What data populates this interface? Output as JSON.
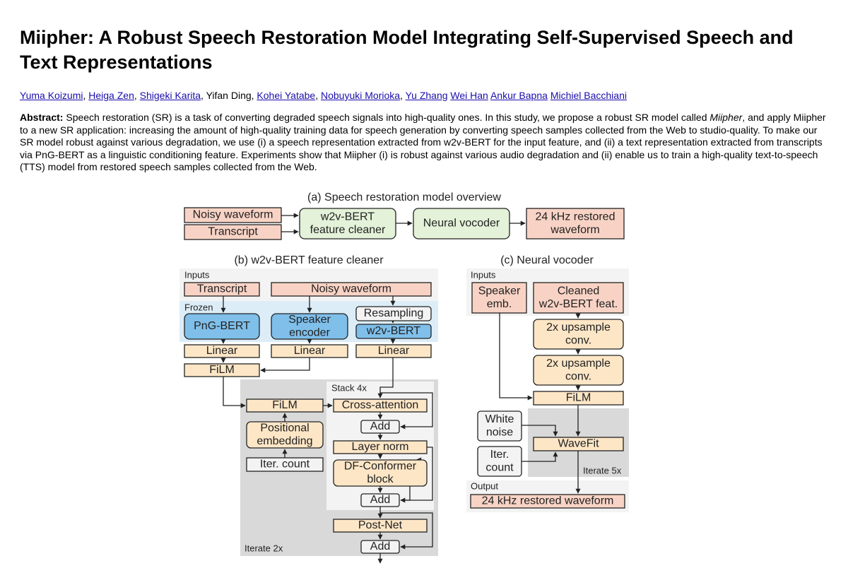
{
  "paper": {
    "title": "Miipher: A Robust Speech Restoration Model Integrating Self-Supervised Speech and Text Representations",
    "authors": [
      {
        "name": "Yuma Koizumi",
        "link": true,
        "sep": ", "
      },
      {
        "name": "Heiga Zen",
        "link": true,
        "sep": ", "
      },
      {
        "name": "Shigeki Karita",
        "link": true,
        "sep": ", "
      },
      {
        "name": "Yifan Ding",
        "link": false,
        "sep": ", "
      },
      {
        "name": "Kohei Yatabe",
        "link": true,
        "sep": ", "
      },
      {
        "name": "Nobuyuki Morioka",
        "link": true,
        "sep": ", "
      },
      {
        "name": "Yu Zhang",
        "link": true,
        "sep": " "
      },
      {
        "name": "Wei Han",
        "link": true,
        "sep": " "
      },
      {
        "name": "Ankur Bapna",
        "link": true,
        "sep": " "
      },
      {
        "name": "Michiel Bacchiani",
        "link": true,
        "sep": ""
      }
    ],
    "abstract_label": "Abstract:",
    "abstract_part1": " Speech restoration (SR) is a task of converting degraded speech signals into high-quality ones. In this study, we propose a robust SR model called ",
    "abstract_emph": "Miipher",
    "abstract_part2": ", and apply Miipher to a new SR application: increasing the amount of high-quality training data for speech generation by converting speech samples collected from the Web to studio-quality. To make our SR model robust against various degradation, we use (i) a speech representation extracted from w2v-BERT for the input feature, and (ii) a text representation extracted from transcripts via PnG-BERT as a linguistic conditioning feature. Experiments show that Miipher (i) is robust against various audio degradation and (ii) enable us to train a high-quality text-to-speech (TTS) model from restored speech samples collected from the Web."
  },
  "figure": {
    "colors": {
      "pink": "#f8d3c5",
      "green": "#e3f2d8",
      "blue": "#7fbfea",
      "beige": "#fde6c6",
      "frozen_bg": "#dcedf8",
      "light_gray": "#f3f3f3",
      "dark_gray": "#d9d9d9",
      "stroke": "#222222"
    },
    "overview": {
      "caption": "(a) Speech restoration model overview",
      "noisy_waveform": "Noisy waveform",
      "transcript": "Transcript",
      "cleaner": [
        "w2v-BERT",
        "feature cleaner"
      ],
      "vocoder": "Neural vocoder",
      "output": [
        "24 kHz restored",
        "waveform"
      ]
    },
    "cleaner": {
      "caption": "(b) w2v-BERT feature cleaner",
      "inputs_label": "Inputs",
      "transcript": "Transcript",
      "noisy_waveform": "Noisy waveform",
      "frozen_label": "Frozen",
      "pngbert": "PnG-BERT",
      "speaker_encoder": [
        "Speaker",
        "encoder"
      ],
      "resampling": "Resampling",
      "w2vbert": "w2v-BERT",
      "linear": "Linear",
      "film": "FiLM",
      "stack_label": "Stack 4x",
      "cross_attention": "Cross-attention",
      "add": "Add",
      "layer_norm": "Layer norm",
      "conformer": [
        "DF-Conformer",
        "block"
      ],
      "positional": [
        "Positional",
        "embedding"
      ],
      "iter_count": "Iter. count",
      "postnet": "Post-Net",
      "iterate_label": "Iterate 2x"
    },
    "vocoder": {
      "caption": "(c) Neural vocoder",
      "inputs_label": "Inputs",
      "speaker_emb": [
        "Speaker",
        "emb."
      ],
      "cleaned_feat": [
        "Cleaned",
        "w2v-BERT feat."
      ],
      "upsample": [
        "2x upsample",
        "conv."
      ],
      "film": "FiLM",
      "white_noise": [
        "White",
        "noise"
      ],
      "iter_count": [
        "Iter.",
        "count"
      ],
      "wavefit": "WaveFit",
      "iterate_label": "Iterate 5x",
      "output_label": "Output",
      "output": "24 kHz restored waveform"
    }
  }
}
